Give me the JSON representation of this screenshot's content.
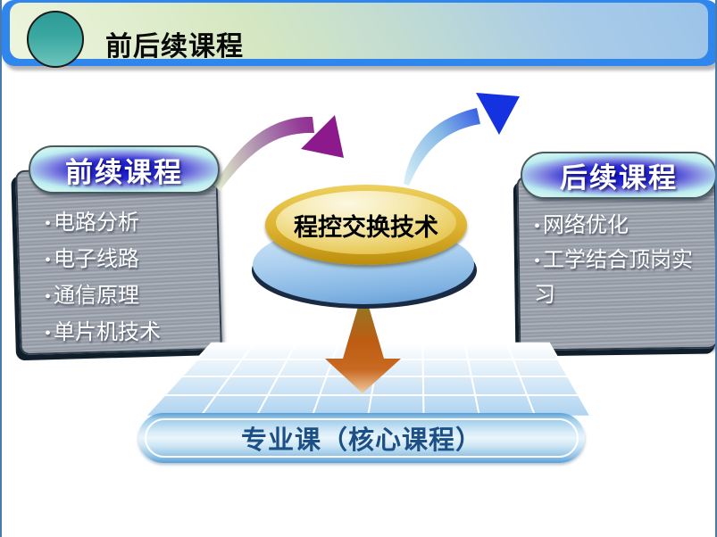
{
  "header": {
    "title": "前后续课程"
  },
  "prev_courses": {
    "title": "前续课程",
    "bullet": "•",
    "items": [
      "电路分析",
      "电子线路",
      "通信原理",
      "单片机技术"
    ]
  },
  "next_courses": {
    "title": "后续课程",
    "bullet": "•",
    "items": [
      "网络优化",
      "工学结合顶岗实习"
    ]
  },
  "core_course": {
    "label": "程控交换技术"
  },
  "bottom_banner": {
    "label": "专业课（核心课程）"
  },
  "icons": {
    "header_bullet": "teal-circle-icon"
  },
  "colors": {
    "header_bar_blue": "#2f86ec",
    "header_band_green": "#d5e7c2",
    "header_band_blue": "#9cc3e8",
    "header_circle_teal": "#3aa8a1",
    "pill_deep_blue": "#1414c8",
    "pill_cyan_edge": "#cdf2f2",
    "panel_metal_gray": "#99a1ab",
    "panel_shadow_navy": "#101d2b",
    "disc_gold_rim": "#ddb22f",
    "disc_face_cream": "#f5e7a8",
    "disc_base_blue": "#8fbce8",
    "arrow_prev_gradient": [
      "#e0e9c9",
      "#8c1a8c"
    ],
    "arrow_next_gradient": [
      "#d5eef5",
      "#1532e0"
    ],
    "arrow_down_gradient": [
      "#8e7a26",
      "#bf5d12",
      "#efcda4"
    ],
    "banner_blue": "#5b9fd4",
    "banner_text_blue": "#1c4f86",
    "grid_blue": "#aed3f0",
    "page_edge_line": "#4a7aab"
  }
}
